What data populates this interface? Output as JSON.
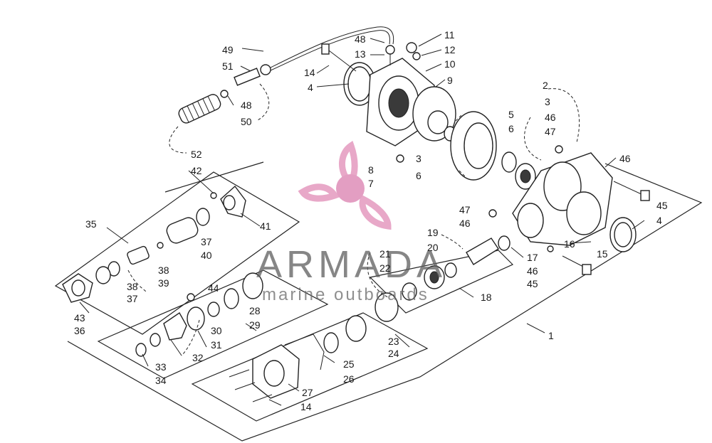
{
  "watermark": {
    "brand": "ARMADA",
    "tagline": "marine outboards",
    "logo_color": "#e8a8c8",
    "logo_center_color": "#e39ec2"
  },
  "callouts": {
    "c1": "1",
    "c2": "2",
    "c3a": "3",
    "c3b": "3",
    "c4a": "4",
    "c4b": "4",
    "c5": "5",
    "c6a": "6",
    "c6b": "6",
    "c7": "7",
    "c8": "8",
    "c9": "9",
    "c10": "10",
    "c11": "11",
    "c12": "12",
    "c13": "13",
    "c14a": "14",
    "c14b": "14",
    "c15": "15",
    "c16": "16",
    "c17": "17",
    "c18": "18",
    "c19": "19",
    "c20": "20",
    "c21": "21",
    "c22": "22",
    "c23": "23",
    "c24": "24",
    "c25": "25",
    "c26": "26",
    "c27": "27",
    "c28": "28",
    "c29": "29",
    "c30": "30",
    "c31": "31",
    "c32": "32",
    "c33": "33",
    "c34": "34",
    "c35": "35",
    "c36": "36",
    "c37a": "37",
    "c37b": "37",
    "c38a": "38",
    "c38b": "38",
    "c39": "39",
    "c40": "40",
    "c41": "41",
    "c42": "42",
    "c43": "43",
    "c44": "44",
    "c45a": "45",
    "c45b": "45",
    "c46a": "46",
    "c46b": "46",
    "c46c": "46",
    "c46d": "46",
    "c47a": "47",
    "c47b": "47",
    "c48a": "48",
    "c48b": "48",
    "c49": "49",
    "c50": "50",
    "c51": "51",
    "c52": "52"
  }
}
